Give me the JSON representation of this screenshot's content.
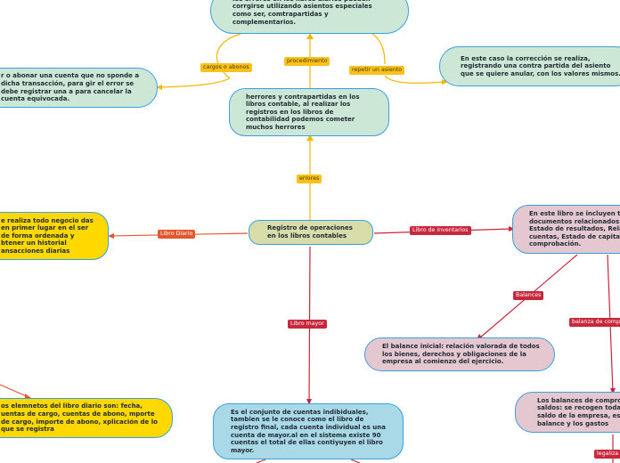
{
  "colors": {
    "orange_line": "#f5b700",
    "red_line": "#c9283c",
    "node_border": "#3aa0e0"
  },
  "center": {
    "text": "Registro de operaciones en los libros contables"
  },
  "nodes": {
    "errores_top": "los errores en los libros diarios pueden corrgirse utilizando asientos especiales como ser, comtrapartidas y complementarios.",
    "abonar": "r o abonar una cuenta que no sponde a dicha transacción, para gir el error se debe registrar una a para cancelar la cuenta equivocada.",
    "anular": "En este caso la corrección se realiza, registrando una contra partida del asiento que se quiere anular, con los valores mismos.",
    "herrores": "herrores y contrapartidas en los libros contable, al realizar los registros en los libros de contabilidad podemos cometer muchos herrores",
    "diario": "e realiza todo negocio das en primer lugar en el ser de forma ordenada y btener un historial ansacciones diarias",
    "inventarios": "En este libro se incluyen t documentos relacionados: Estado de resultados, Rela cuentas, Estado de capita comprobación.",
    "balance_inicial": "El balance inicial: relación valorada de todos los bienes, derechos y obligaciones de la empresa al comienzo del ejercicio.",
    "elementos": "os elemnetos del libro diario son: fecha, uentas de cargo, cuentas de abono, mporte de cargo, importe de abono, xplicación de lo que se registra",
    "mayor": "Es el conjunto de cuentas indibiduales, tambien se le conoce como el libro de registro final, cada cuenta individual es una cuenta de mayor.al en el sistema existe 90 cuentas el total de ellas contiyuyen el libro mayor.",
    "saldos": "Los balances de compro saldos: se recogen toda saldo de la empresa, es de balance y los gastos"
  },
  "labels": {
    "cargos": "cargos o abonos",
    "procedimiento": "procedimiento",
    "repetir": "repetir un asiento",
    "errores": "errores",
    "libro_diario": "Libro Diario",
    "libro_inventarios": "Libro de inventarios",
    "libro_mayor": "Libro mayor",
    "balances": "Balances",
    "balanza": "balanza de comp",
    "legaliza": "legaliza"
  }
}
